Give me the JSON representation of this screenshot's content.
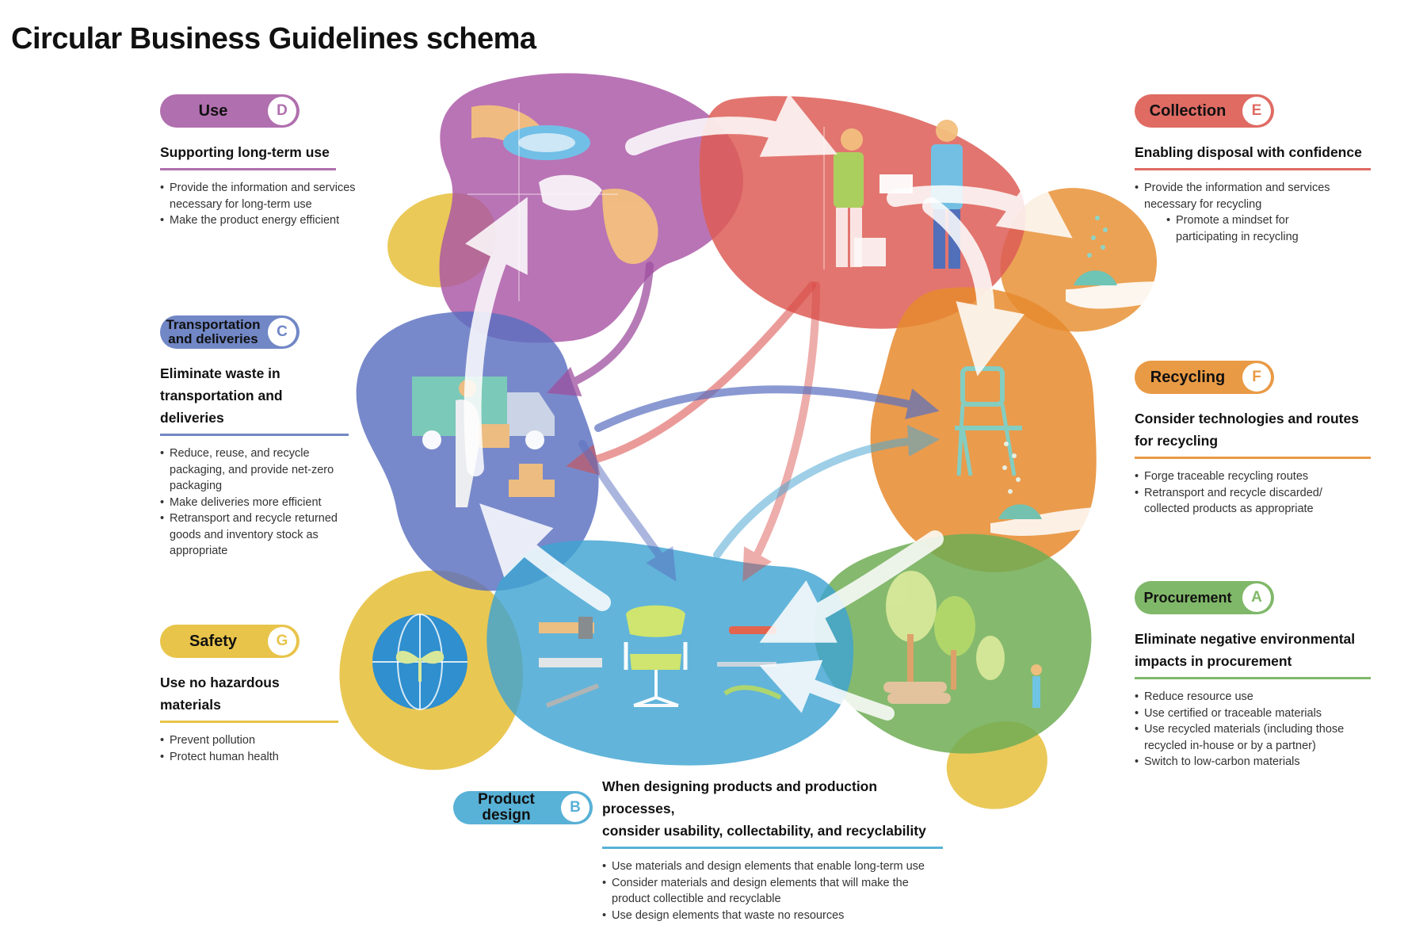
{
  "title": "Circular Business Guidelines schema",
  "colors": {
    "use": "#b06fae",
    "collection": "#df6b63",
    "transport": "#7187c6",
    "recycling": "#e99a45",
    "safety": "#e8c44a",
    "procurement": "#80b869",
    "product_design": "#58b1d6"
  },
  "stages": {
    "use": {
      "label": "Use",
      "letter": "D",
      "heading": "Supporting long-term use",
      "bullets": [
        "Provide the information and services necessary for long-term use",
        "Make the product energy efficient"
      ]
    },
    "transport": {
      "label_line1": "Transportation",
      "label_line2": "and deliveries",
      "letter": "C",
      "heading_line1": "Eliminate waste in",
      "heading_line2": "transportation and deliveries",
      "bullets": [
        "Reduce, reuse, and recycle packaging, and provide net-zero packaging",
        "Make deliveries more efficient",
        "Retransport and recycle returned goods and inventory stock as appropriate"
      ]
    },
    "safety": {
      "label": "Safety",
      "letter": "G",
      "heading": "Use no hazardous materials",
      "bullets": [
        "Prevent pollution",
        "Protect human health"
      ]
    },
    "collection": {
      "label": "Collection",
      "letter": "E",
      "heading": "Enabling disposal with confidence",
      "bullets": [
        "Provide the information and services necessary for recycling"
      ],
      "sub_bullets": [
        "Promote a mindset for participating in recycling"
      ]
    },
    "recycling": {
      "label": "Recycling",
      "letter": "F",
      "heading_line1": "Consider technologies and routes",
      "heading_line2": "for recycling",
      "bullets": [
        "Forge traceable recycling routes",
        "Retransport and recycle discarded/ collected products as appropriate"
      ]
    },
    "procurement": {
      "label": "Procurement",
      "letter": "A",
      "heading_line1": "Eliminate negative environmental",
      "heading_line2": "impacts in procurement",
      "bullets": [
        "Reduce resource use",
        "Use certified or traceable materials",
        "Use recycled materials (including those recycled in-house or by a partner)",
        "Switch to low-carbon materials"
      ]
    },
    "product_design": {
      "label_line1": "Product",
      "label_line2": "design",
      "letter": "B",
      "heading_line1": "When designing products and production processes,",
      "heading_line2": "consider usability, collectability, and recyclability",
      "bullets": [
        "Use materials and design elements that enable long-term use",
        "Consider materials and design elements that will make the product collectible and recyclable",
        "Use design elements that waste no resources"
      ]
    }
  }
}
